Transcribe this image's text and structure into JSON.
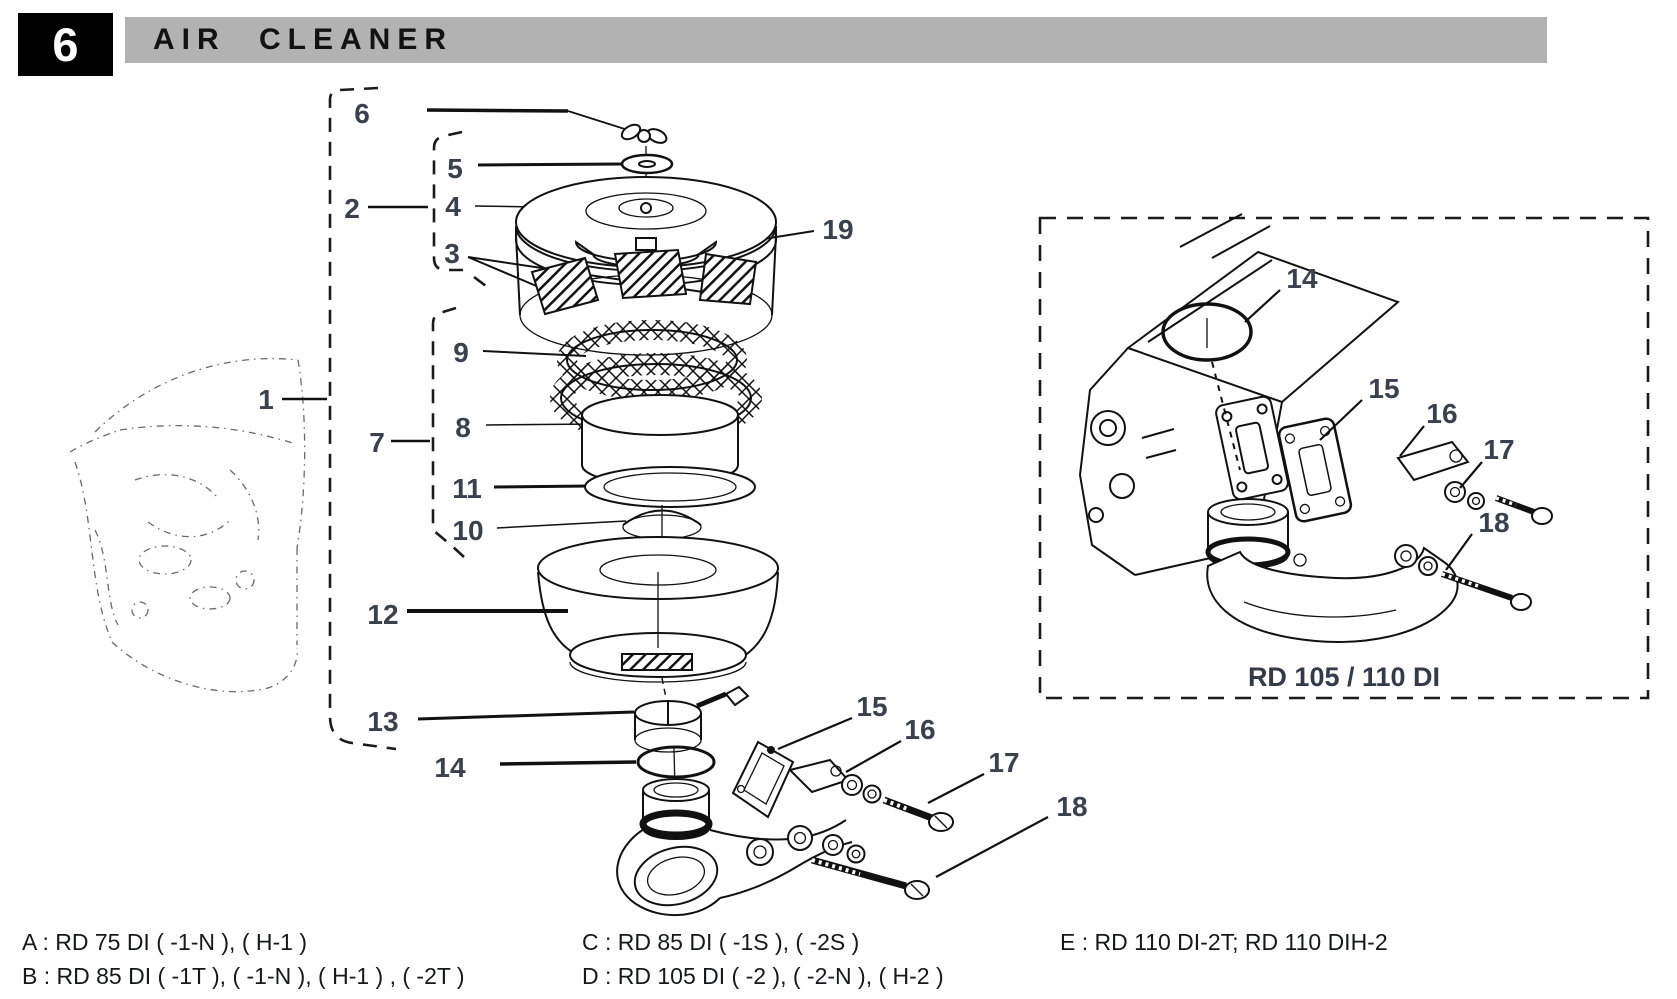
{
  "header": {
    "section_number": "6",
    "title": "AIR CLEANER"
  },
  "diagram": {
    "callouts": [
      {
        "id": "1"
      },
      {
        "id": "2"
      },
      {
        "id": "3"
      },
      {
        "id": "4"
      },
      {
        "id": "5"
      },
      {
        "id": "6"
      },
      {
        "id": "7"
      },
      {
        "id": "8"
      },
      {
        "id": "9"
      },
      {
        "id": "10"
      },
      {
        "id": "11"
      },
      {
        "id": "12"
      },
      {
        "id": "13"
      },
      {
        "id": "14"
      },
      {
        "id": "15"
      },
      {
        "id": "16"
      },
      {
        "id": "17"
      },
      {
        "id": "18"
      },
      {
        "id": "19"
      }
    ]
  },
  "variant_box": {
    "caption": "RD 105 / 110 DI",
    "callouts": [
      {
        "id": "14"
      },
      {
        "id": "15"
      },
      {
        "id": "16"
      },
      {
        "id": "17"
      },
      {
        "id": "18"
      }
    ]
  },
  "applicability": {
    "lines": [
      "A : RD 75 DI ( -1-N ), ( H-1 )",
      "B : RD 85 DI ( -1T ), ( -1-N ), ( H-1 ) , ( -2T )",
      "C : RD 85 DI ( -1S ), ( -2S )",
      "D : RD 105 DI ( -2 ), ( -2-N ), ( H-2 )",
      "E : RD 110 DI-2T; RD 110 DIH-2"
    ]
  },
  "colors": {
    "title_bar_bg": "#b2b2b2",
    "section_box_bg": "#000000",
    "section_box_text": "#ffffff",
    "ink": "#111111",
    "callout_text": "#39404e"
  }
}
